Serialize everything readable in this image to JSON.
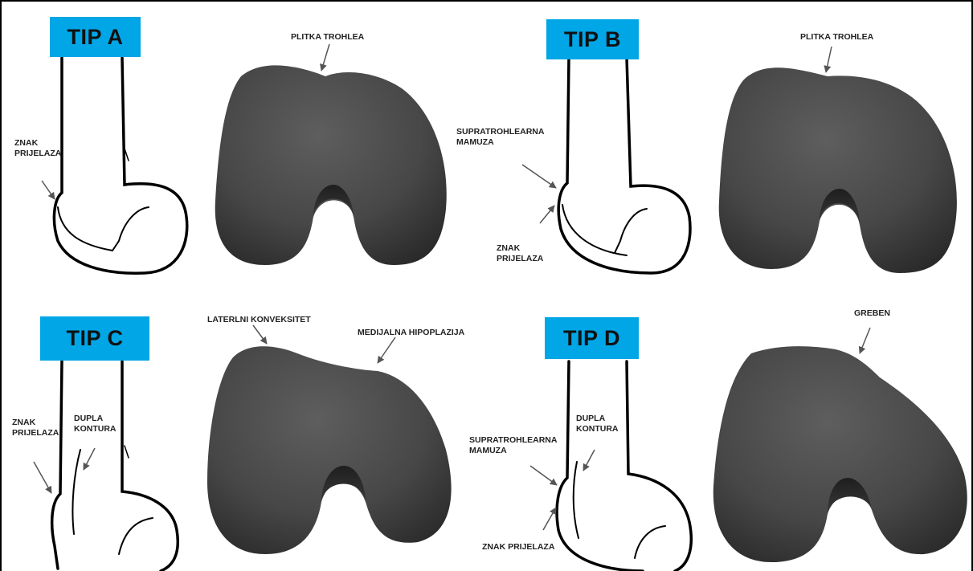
{
  "types": [
    {
      "badge": "TIP A"
    },
    {
      "badge": "TIP B"
    },
    {
      "badge": "TIP C"
    },
    {
      "badge": "TIP D"
    }
  ],
  "labels": {
    "a_znak_prijelaza": "ZNAK\nPRIJELAZA",
    "a_plitka_trohlea": "PLITKA TROHLEA",
    "b_supratrohlearna_mamuza": "SUPRATROHLEARNA\nMAMUZA",
    "b_znak_prijelaza": "ZNAK\nPRIJELAZA",
    "b_plitka_trohlea": "PLITKA TROHLEA",
    "c_znak_prijelaza": "ZNAK\nPRIJELAZA",
    "c_dupla_kontura": "DUPLA\nKONTURA",
    "c_laterlni_konveksitet": "LATERLNI KONVEKSITET",
    "c_medijalna_hipoplazija": "MEDIJALNA HIPOPLAZIJA",
    "d_supratrohlearna_mamuza": "SUPRATROHLEARNA\nMAMUZA",
    "d_dupla_kontura": "DUPLA\nKONTURA",
    "d_znak_prijelaza": "ZNAK PRIJELAZA",
    "d_greben": "GREBEN"
  },
  "colors": {
    "badge": "#00a6e6",
    "condyle": "#4a4a4a",
    "outline": "#000000"
  }
}
